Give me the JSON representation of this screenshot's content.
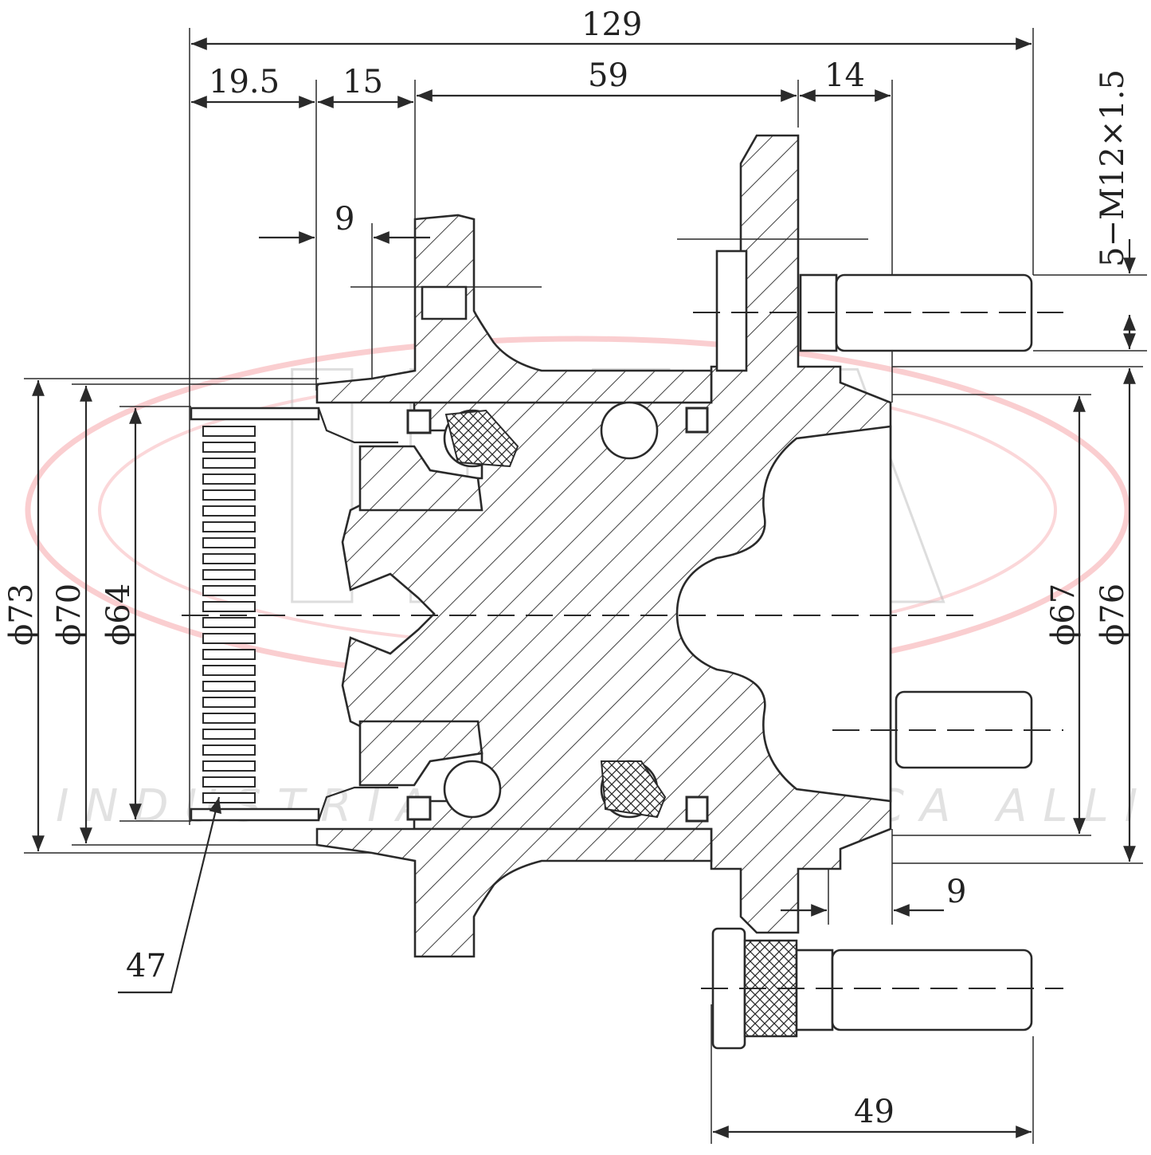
{
  "diagram": {
    "dimensions": {
      "overall_length": "129",
      "flange_offset": "19.5",
      "seal_width": "15",
      "bearing_span": "59",
      "stud_offset": "14",
      "upper_small": "9",
      "lower_small": "9",
      "stud_length": "49",
      "thread_spec": "5−M12×1.5",
      "dia_73": "ϕ73",
      "dia_70": "ϕ70",
      "dia_64": "ϕ64",
      "dia_67": "ϕ67",
      "dia_76": "ϕ76",
      "abs_ring_label": "47"
    },
    "watermark": {
      "logo": "IMA",
      "text": "INDUSTRIA METALÚRGICA ALLI",
      "logo_color": "#e8202a"
    }
  }
}
